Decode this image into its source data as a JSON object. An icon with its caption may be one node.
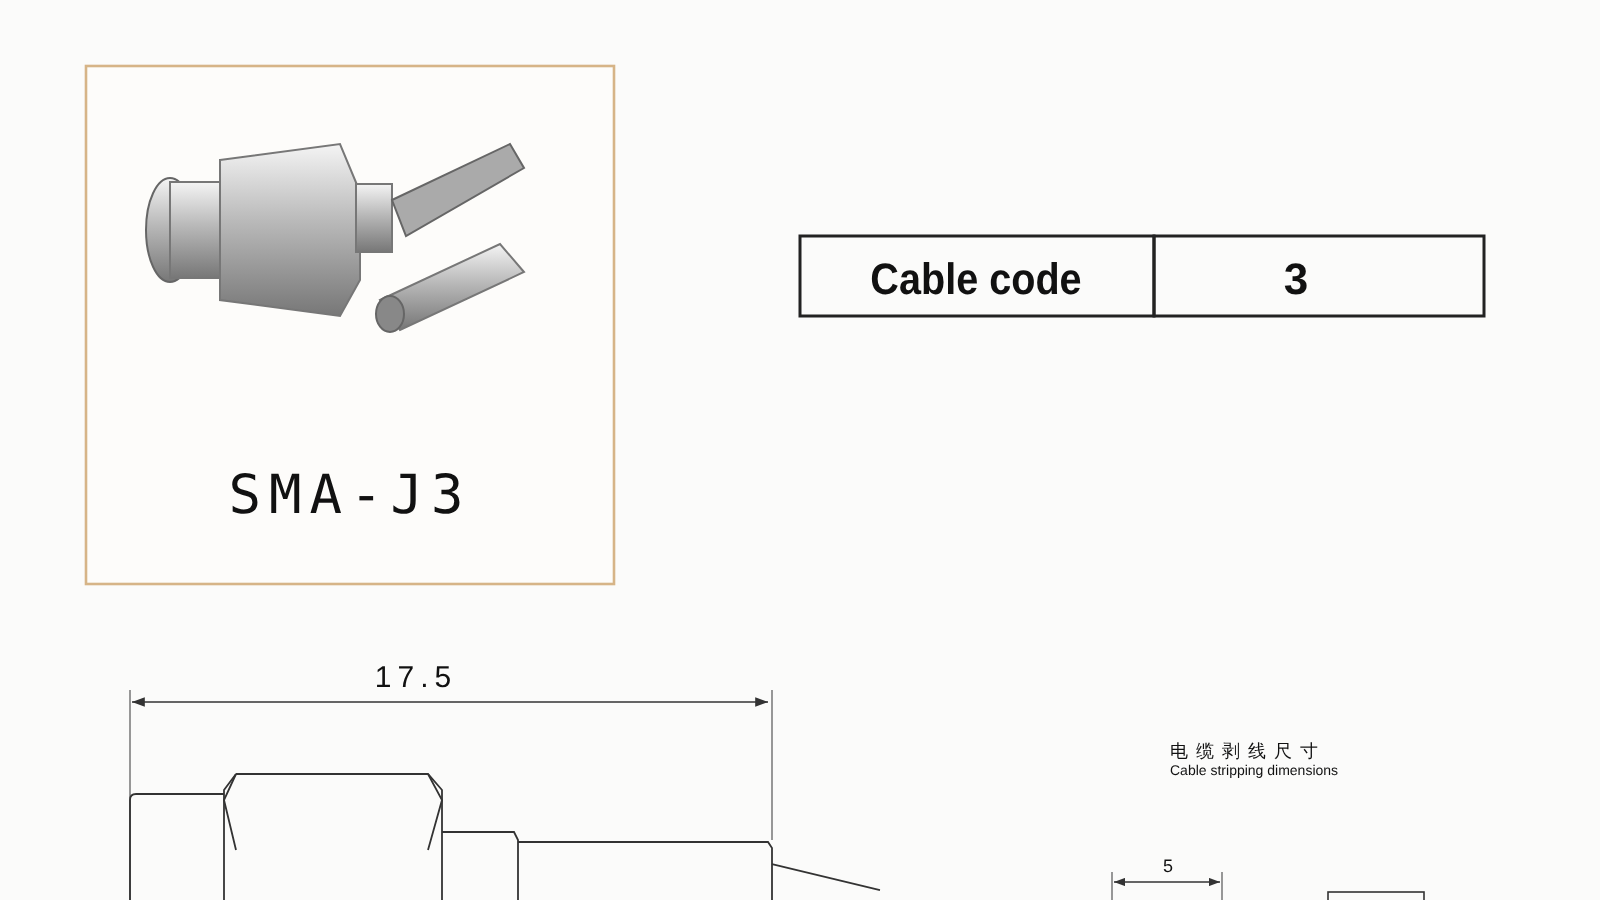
{
  "diagram": {
    "labels": [
      "SMA-J3",
      "Cable code",
      "3",
      "17.5",
      "电缆剥线尺寸",
      "Cable stripping dimensions",
      "5"
    ]
  }
}
